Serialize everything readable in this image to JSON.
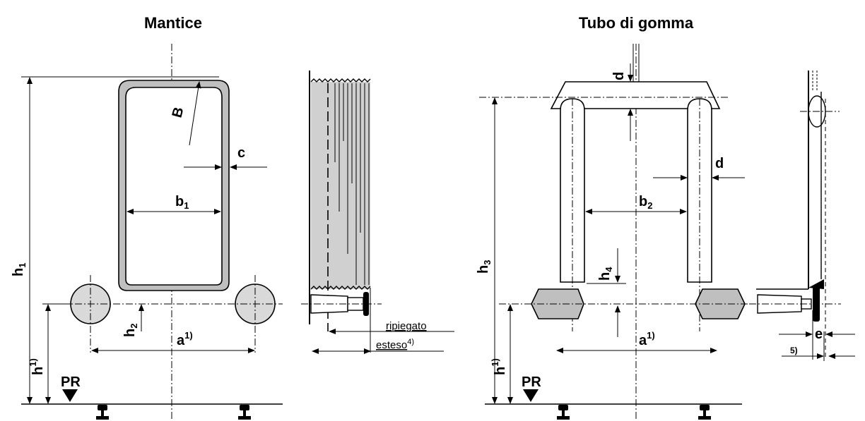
{
  "left": {
    "title": "Mantice",
    "labels": {
      "B": "B",
      "c": "c",
      "b": "b",
      "b_sub": "1",
      "h1": "h",
      "h1_sub": "1",
      "h2": "h",
      "h2_sub": "2",
      "a": "a",
      "a_sup": "1)",
      "h": "h",
      "h_sup": "1)",
      "PR": "PR",
      "ripiegato": "ripiegato",
      "esteso": "esteso",
      "esteso_sup": "4)"
    }
  },
  "right": {
    "title": "Tubo di gomma",
    "labels": {
      "d_top": "d",
      "d_side": "d",
      "b": "b",
      "b_sub": "2",
      "h3": "h",
      "h3_sub": "3",
      "h4": "h",
      "h4_sub": "4",
      "a": "a",
      "a_sup": "1)",
      "h": "h",
      "h_sup": "1)",
      "PR": "PR",
      "e": "e",
      "note5": "5)"
    }
  },
  "colors": {
    "fill_light": "#d9d9d9",
    "fill_mid": "#bfbfbf",
    "line": "#000000"
  }
}
